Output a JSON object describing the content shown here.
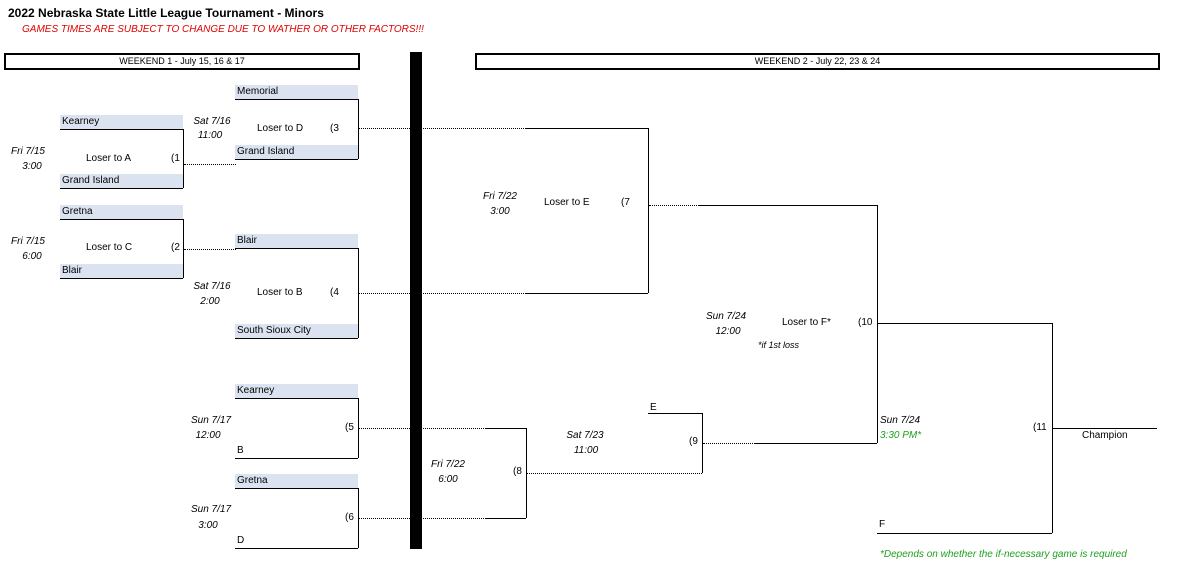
{
  "header": {
    "title": "2022 Nebraska State Little League Tournament - Minors",
    "subtitle": "GAMES TIMES ARE SUBJECT TO CHANGE DUE TO WATHER OR OTHER FACTORS!!!",
    "weekend1": "WEEKEND 1 - July 15, 16 & 17",
    "weekend2": "WEEKEND 2 - July 22, 23 & 24"
  },
  "games": {
    "g1": {
      "num": "(1",
      "loser": "Loser to A",
      "day": "Fri 7/15",
      "time": "3:00",
      "top": "Kearney",
      "bottom": "Grand Island"
    },
    "g2": {
      "num": "(2",
      "loser": "Loser to C",
      "day": "Fri 7/15",
      "time": "6:00",
      "top": "Gretna",
      "bottom": "Blair"
    },
    "g3": {
      "num": "(3",
      "loser": "Loser to D",
      "day": "Sat 7/16",
      "time": "11:00",
      "top": "Memorial",
      "bottom": "Grand Island"
    },
    "g4": {
      "num": "(4",
      "loser": "Loser to B",
      "day": "Sat 7/16",
      "time": "2:00",
      "top": "Blair",
      "bottom": "South Sioux City"
    },
    "g5": {
      "num": "(5",
      "day": "Sun 7/17",
      "time": "12:00",
      "top": "Kearney",
      "bottom": "B"
    },
    "g6": {
      "num": "(6",
      "day": "Sun 7/17",
      "time": "3:00",
      "top": "Gretna",
      "bottom": "D"
    },
    "g7": {
      "num": "(7",
      "loser": "Loser to E",
      "day": "Fri 7/22",
      "time": "3:00"
    },
    "g8": {
      "num": "(8",
      "day": "Fri 7/22",
      "time": "6:00"
    },
    "g9": {
      "num": "(9",
      "day": "Sat 7/23",
      "time": "11:00",
      "top": "E"
    },
    "g10": {
      "num": "(10",
      "loser": "Loser to F*",
      "day": "Sun 7/24",
      "time": "12:00",
      "note": "*if 1st loss"
    },
    "g11": {
      "num": "(11",
      "day": "Sun 7/24",
      "time": "3:30 PM*",
      "bottom": "F",
      "champion": "Champion"
    }
  },
  "footnote": "*Depends on whether the if-necessary game is required",
  "colors": {
    "team_fill": "#dbe3f1",
    "warning": "#e00000",
    "highlight": "#1ea01e"
  }
}
